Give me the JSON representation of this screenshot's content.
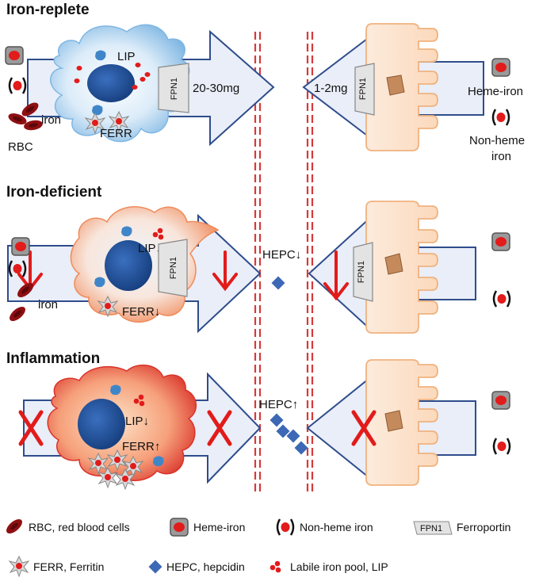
{
  "sections": [
    {
      "title": "Iron-replete"
    },
    {
      "title": "Iron-deficient"
    },
    {
      "title": "Inflammation"
    }
  ],
  "labels": {
    "lip": "LIP",
    "lip_down": "LIP↓",
    "ferr": "FERR",
    "ferr_down": "FERR↓",
    "ferr_up": "FERR↑",
    "fpn1": "FPN1",
    "iron": "iron",
    "rbc": "RBC",
    "macrophage_release": "20-30mg",
    "enterocyte_absorption": "1-2mg",
    "heme_iron": "Heme-iron",
    "non_heme_iron_1": "Non-heme",
    "non_heme_iron_2": "iron",
    "hepc_down": "HEPC↓",
    "hepc_up": "HEPC↑"
  },
  "legend": {
    "rbc": "RBC, red blood cells",
    "heme": "Heme-iron",
    "nonheme": "Non-heme iron",
    "fpn_box": "FPN1",
    "fpn": "Ferroportin",
    "ferr": "FERR, Ferritin",
    "hepc": "HEPC, hepcidin",
    "lip": "Labile iron pool, LIP"
  },
  "colors": {
    "arrow_fill": "#e9eef8",
    "arrow_stroke": "#2f4d8c",
    "nucleus": "#1f4f99",
    "iron_red": "#e21b1b",
    "rbc": "#8e0f12",
    "hepcidin": "#3c68b5",
    "enterocyte_fill": "#fde6d2",
    "enterocyte_stroke": "#f0b27f",
    "replete_cell": "#bcdcf4",
    "deficient_cell": "#f6b99a",
    "inflamed_cell": "#f08a6a"
  }
}
